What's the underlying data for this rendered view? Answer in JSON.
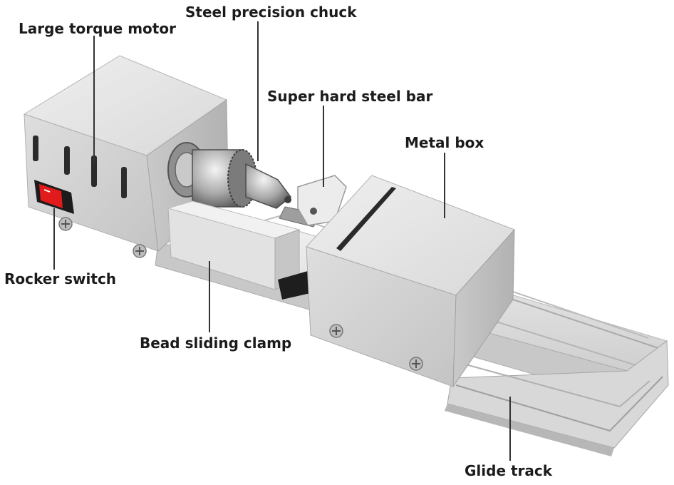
{
  "labels": {
    "motor": "Large torque motor",
    "chuck": "Steel precision chuck",
    "bar": "Super hard steel bar",
    "box": "Metal box",
    "switch": "Rocker switch",
    "clamp": "Bead sliding clamp",
    "track": "Glide track"
  },
  "colors": {
    "metal_light": "#e4e4e4",
    "metal_mid": "#cfcfcf",
    "metal_dark": "#a8a8a8",
    "rail": "#d6d6d6",
    "switch_red": "#e11b1b",
    "switch_body": "#1c1c1c",
    "leader": "#333333"
  }
}
